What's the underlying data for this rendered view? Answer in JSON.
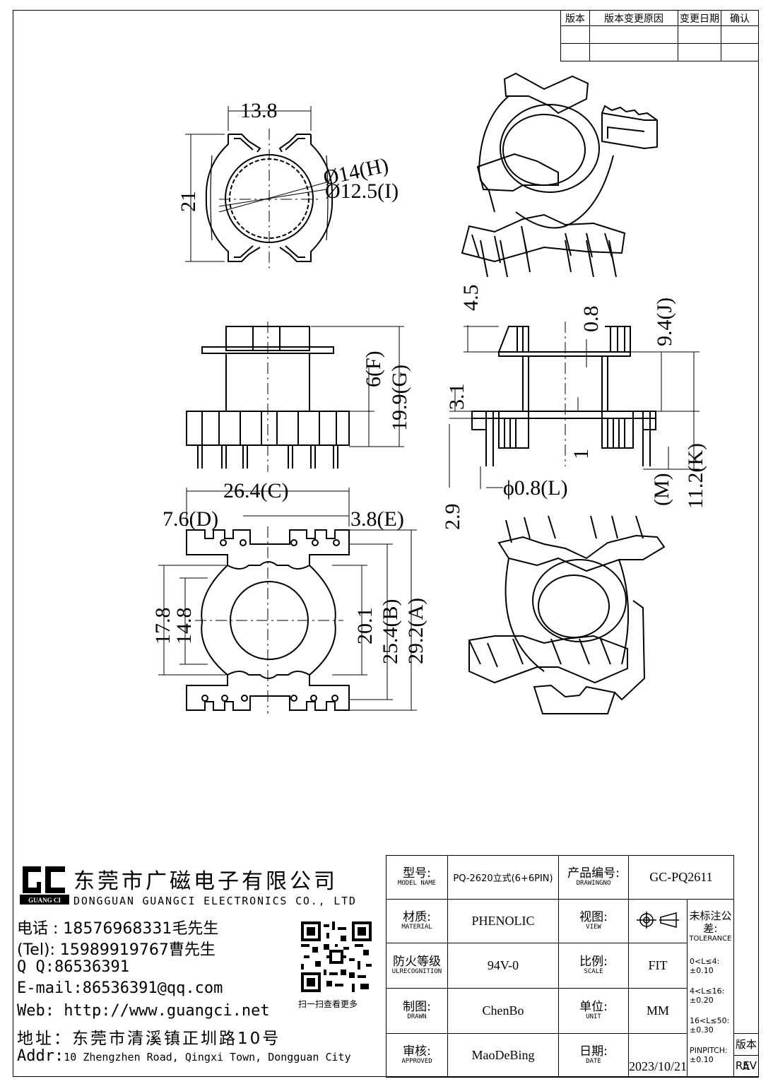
{
  "revision_block": {
    "headers": [
      "版本",
      "版本变更原因",
      "变更日期",
      "确认"
    ]
  },
  "dimensions": {
    "top_width": "13.8",
    "top_height": "21",
    "dia_h": "Ø14(H)",
    "dia_i": "Ø12.5(I)",
    "f": "6(F)",
    "g": "19.9(G)",
    "c": "26.4(C)",
    "d": "7.6(D)",
    "e": "3.8(E)",
    "a": "29.2(A)",
    "b": "25.4(B)",
    "b_inner": "20.1",
    "w1": "17.8",
    "w2": "14.8",
    "s45": "4.5",
    "s31": "3.1",
    "s29": "2.9",
    "s08": "0.8",
    "s1": "1",
    "j": "9.4(J)",
    "k": "11.2(K)",
    "m": "(M)",
    "l": "ϕ0.8(L)"
  },
  "company": {
    "name_cn": "东莞市广磁电子有限公司",
    "name_en": "DONGGUAN GUANGCI ELECTRONICS CO., LTD",
    "logo_text": "GUANG CI",
    "phone": "电话 : 18576968331毛先生",
    "tel": "(Tel): 15989919767曹先生",
    "qq": "Q Q:86536391",
    "email": "E-mail:86536391@qq.com",
    "web": "Web: http://www.guangci.net",
    "address_cn": "地址：东莞市清溪镇正圳路10号",
    "address_en_prefix": "Addr:",
    "address_en": "10 Zhengzhen Road, Qingxi Town, Dongguan City",
    "qr_caption": "扫一扫查看更多"
  },
  "title_block": {
    "model_label_cn": "型号:",
    "model_label_en": "MODEL NAME",
    "model_value": "PQ-2620立式(6+6PIN)",
    "drawingno_label_cn": "产品编号:",
    "drawingno_label_en": "DRAWINGNO",
    "drawingno_value": "GC-PQ2611",
    "material_label_cn": "材质:",
    "material_label_en": "MATERIAL",
    "material_value": "PHENOLIC",
    "view_label_cn": "视图:",
    "view_label_en": "VIEW",
    "tolerance_label_cn": "未标注公差:",
    "tolerance_label_en": "TOLERANCE",
    "tolerances": [
      "0<L≤4: ±0.10",
      "4<L≤16: ±0.20",
      "16<L≤50: ±0.30",
      "PINPITCH: ±0.10"
    ],
    "ul_label_cn": "防火等级",
    "ul_label_en": "ULRECOGNITION",
    "ul_value": "94V-0",
    "scale_label_cn": "比例:",
    "scale_label_en": "SCALE",
    "scale_value": "FIT",
    "drawn_label_cn": "制图:",
    "drawn_label_en": "DRAWN",
    "drawn_value": "ChenBo",
    "unit_label_cn": "单位:",
    "unit_label_en": "UNIT",
    "unit_value": "MM",
    "approved_label_cn": "审核:",
    "approved_label_en": "APPROVED",
    "approved_value": "MaoDeBing",
    "date_label_cn": "日期:",
    "date_label_en": "DATE",
    "date_value": "2023/10/21",
    "rev_label": "版本REV",
    "rev_value": "A"
  }
}
